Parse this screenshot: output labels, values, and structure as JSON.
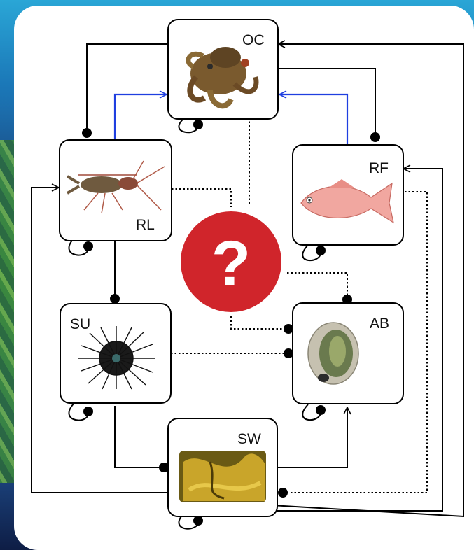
{
  "nodes": {
    "oc": {
      "label": "OC",
      "image": "octopus"
    },
    "rl": {
      "label": "RL",
      "image": "rock-lobster"
    },
    "rf": {
      "label": "RF",
      "image": "red-fish"
    },
    "su": {
      "label": "SU",
      "image": "sea-urchin"
    },
    "ab": {
      "label": "AB",
      "image": "abalone"
    },
    "sw": {
      "label": "SW",
      "image": "seaweed"
    }
  },
  "center": {
    "symbol": "?",
    "icon": "question-mark-icon"
  },
  "colors": {
    "accent": "#1f3fe0",
    "question_bg": "#d0252b",
    "line": "#000000"
  }
}
